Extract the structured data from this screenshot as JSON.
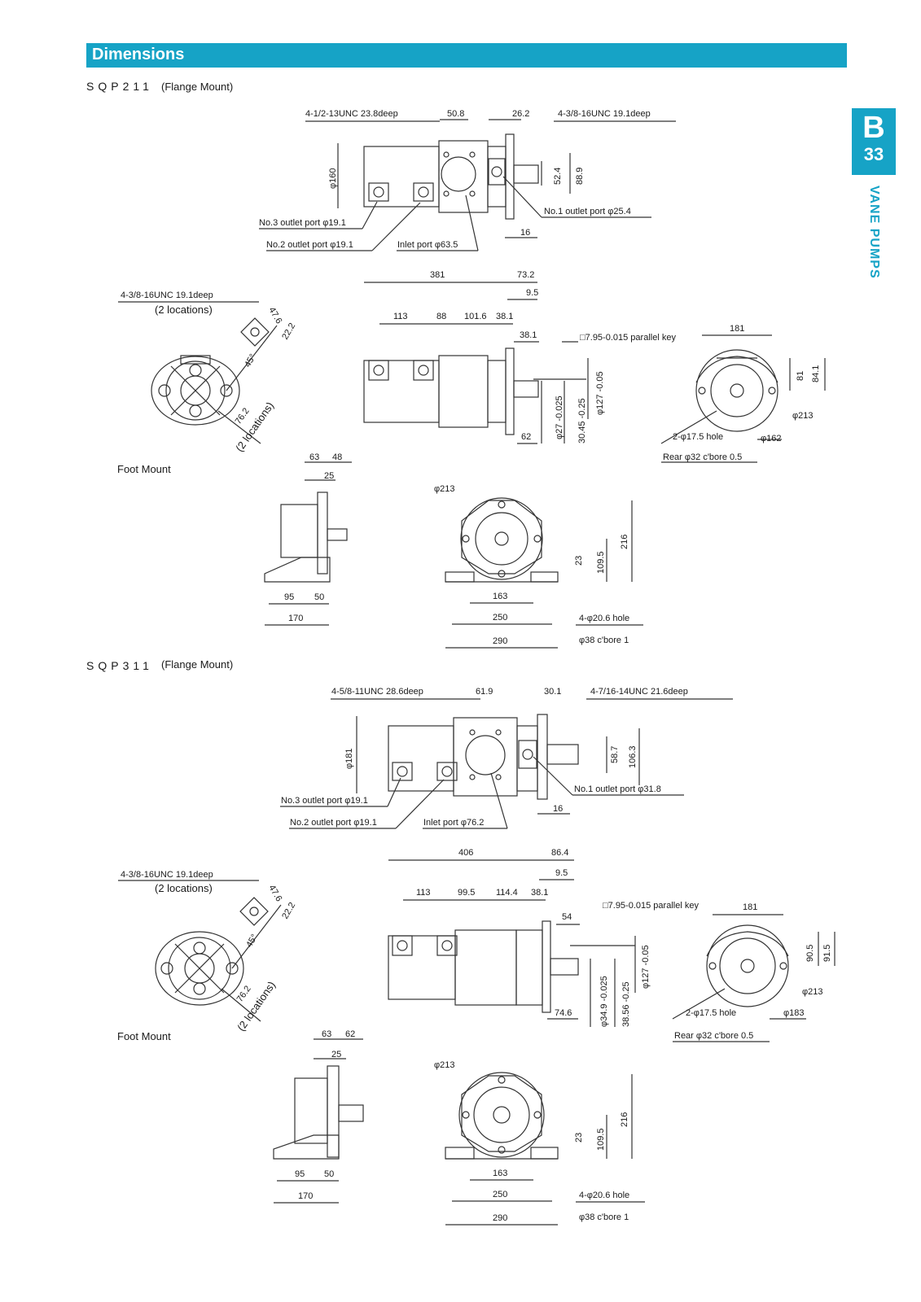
{
  "header": {
    "title": "Dimensions"
  },
  "tab": {
    "letter": "B",
    "number": "33"
  },
  "side_label": "VANE PUMPS",
  "sqp211": {
    "model": "SQP211",
    "mount": "(Flange Mount)",
    "foot_label": "Foot Mount",
    "top": {
      "tap_left": "4-1/2-13UNC 23.8deep",
      "tap_right": "4-3/8-16UNC 19.1deep",
      "d50_8": "50.8",
      "d26_2": "26.2",
      "d52_4": "52.4",
      "d88_9": "88.9",
      "phi160": "φ160",
      "d16": "16",
      "no3": "No.3 outlet port φ19.1",
      "no2": "No.2 outlet port φ19.1",
      "inlet": "Inlet port φ63.5",
      "no1": "No.1 outlet port φ25.4"
    },
    "flange": {
      "tap": "4-3/8-16UNC 19.1deep",
      "locs": "(2 locations)",
      "d47_6": "47.6",
      "d22_2": "22.2",
      "a45": "45°",
      "d76_2": "76.2",
      "locs2": "(2 locations)"
    },
    "side": {
      "d381": "381",
      "d73_2": "73.2",
      "d9_5": "9.5",
      "d113": "113",
      "d88": "88",
      "d101_6": "101.6",
      "d38_1a": "38.1",
      "d38_1b": "38.1",
      "key": "□7.95-0.015 parallel key",
      "d62": "62",
      "phi27": "φ27 -0.025",
      "d30_45": "30.45 -0.25",
      "phi127": "φ127 -0.05"
    },
    "end": {
      "d181": "181",
      "d81": "81",
      "d84_1": "84.1",
      "phi213": "φ213",
      "hole": "2-φ17.5 hole",
      "phi162": "φ162",
      "rear": "Rear φ32 c'bore 0.5"
    },
    "foot_side": {
      "d63": "63",
      "d48": "48",
      "d25": "25",
      "d95": "95",
      "d50": "50",
      "d170": "170"
    },
    "foot_front": {
      "phi213": "φ213",
      "d216": "216",
      "d109_5": "109.5",
      "d23": "23",
      "d163": "163",
      "d250": "250",
      "d290": "290",
      "hole": "4-φ20.6 hole",
      "cbore": "φ38 c'bore 1"
    }
  },
  "sqp311": {
    "model": "SQP311",
    "mount": "(Flange Mount)",
    "foot_label": "Foot Mount",
    "top": {
      "tap_left": "4-5/8-11UNC 28.6deep",
      "tap_right": "4-7/16-14UNC 21.6deep",
      "d61_9": "61.9",
      "d30_1": "30.1",
      "d58_7": "58.7",
      "d106_3": "106.3",
      "phi181": "φ181",
      "d16": "16",
      "no3": "No.3 outlet port φ19.1",
      "no2": "No.2 outlet port φ19.1",
      "inlet": "Inlet port φ76.2",
      "no1": "No.1 outlet port φ31.8"
    },
    "flange": {
      "tap": "4-3/8-16UNC 19.1deep",
      "locs": "(2 locations)",
      "d47_6": "47.6",
      "d22_2": "22.2",
      "a45": "45°",
      "d76_2": "76.2",
      "locs2": "(2 locations)"
    },
    "side": {
      "d406": "406",
      "d86_4": "86.4",
      "d9_5": "9.5",
      "d113": "113",
      "d99_5": "99.5",
      "d114_4": "114.4",
      "d38_1": "38.1",
      "d54": "54",
      "key": "□7.95-0.015 parallel key",
      "d74_6": "74.6",
      "phi34_9": "φ34.9 -0.025",
      "d38_56": "38.56 -0.25",
      "phi127": "φ127 -0.05"
    },
    "end": {
      "d181": "181",
      "d90_5": "90.5",
      "d91_5": "91.5",
      "phi213": "φ213",
      "hole": "2-φ17.5 hole",
      "phi183": "φ183",
      "rear": "Rear φ32 c'bore 0.5"
    },
    "foot_side": {
      "d63": "63",
      "d62": "62",
      "d25": "25",
      "d95": "95",
      "d50": "50",
      "d170": "170"
    },
    "foot_front": {
      "phi213": "φ213",
      "d216": "216",
      "d109_5": "109.5",
      "d23": "23",
      "d163": "163",
      "d250": "250",
      "d290": "290",
      "hole": "4-φ20.6 hole",
      "cbore": "φ38 c'bore 1"
    }
  }
}
